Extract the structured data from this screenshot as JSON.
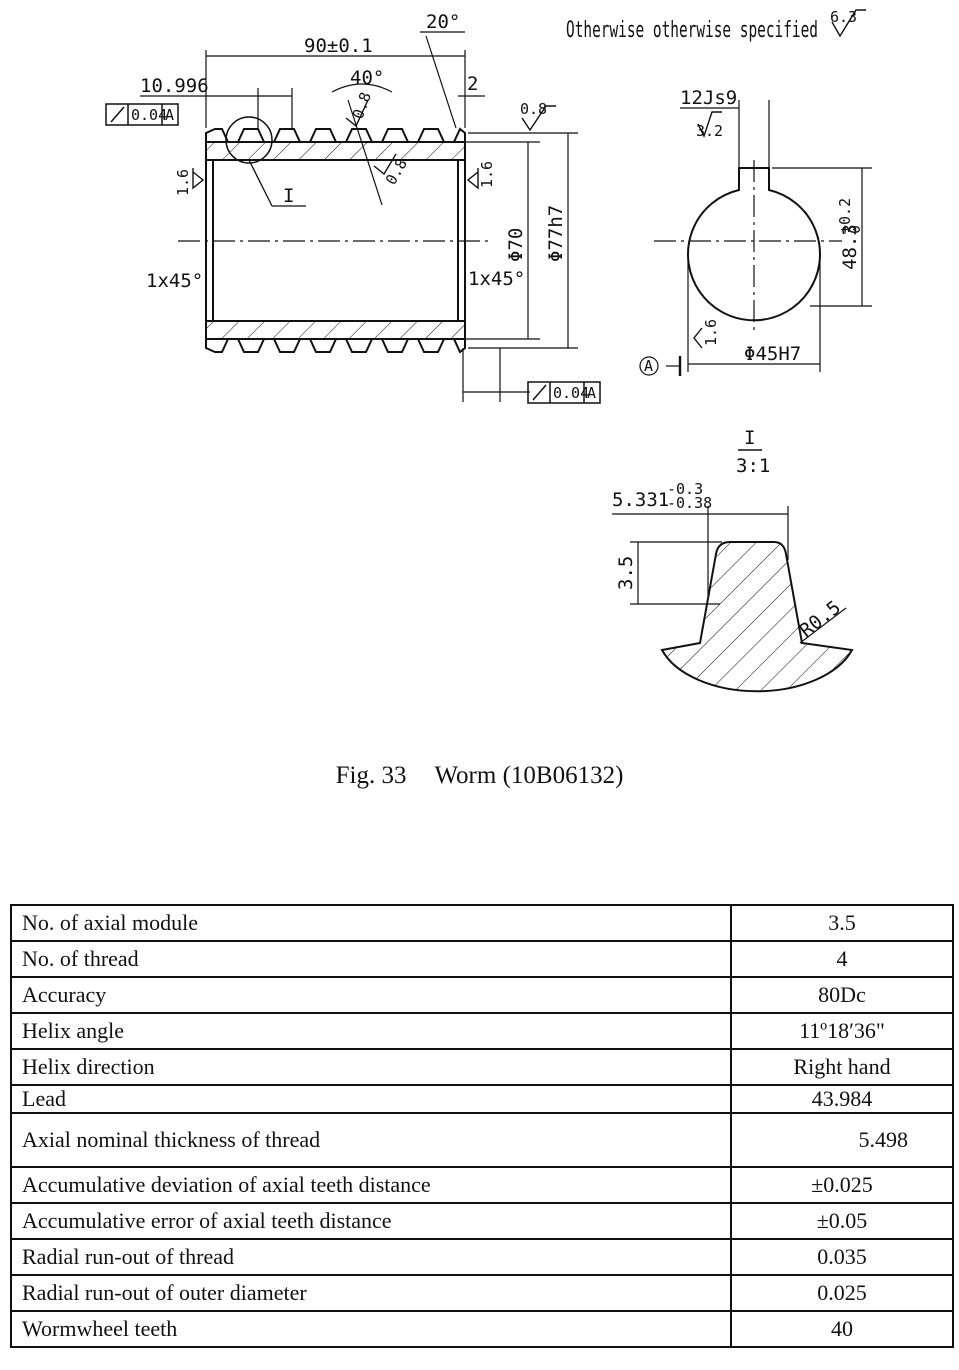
{
  "drawing": {
    "note": "Otherwise otherwise specified",
    "dims": {
      "length": "90±0.1",
      "angle_top": "20°",
      "thread_angle": "40°",
      "left_offset": "10.996",
      "right_offset": "2",
      "chamfer_left": "1x45°",
      "chamfer_right": "1x45°",
      "bore": "Φ70",
      "outer": "Φ77h7",
      "keyway": "12Js9",
      "hole": "Φ45H7",
      "keyway_depth": "48.3",
      "keyway_depth_tol": "+0.2",
      "keyway_depth_tol_low": "0",
      "detail_width": "5.331",
      "detail_width_tol": "-0.3",
      "detail_width_tol_low": "-0.38",
      "detail_height": "3.5",
      "detail_radius": "R0.5",
      "section_mark": "I",
      "detail_label": "I",
      "detail_scale": "3:1"
    },
    "roughness": {
      "general": "6.3",
      "top": "0.8",
      "left": "1.6",
      "right": "1.6",
      "flank": "0.8",
      "flank2": "0.8",
      "keyway": "3.2",
      "hole": "1.6"
    },
    "tolerance_frames": [
      {
        "value": "0.04",
        "datum": "A"
      },
      {
        "value": "0.04",
        "datum": "A"
      }
    ],
    "datum_label": "A"
  },
  "caption": {
    "fig": "Fig. 33",
    "title": "Worm (10B06132)"
  },
  "spec_table": [
    {
      "label": "No. of axial module",
      "value": "3.5"
    },
    {
      "label": "No. of thread",
      "value": "4"
    },
    {
      "label": "Accuracy",
      "value": "80Dc"
    },
    {
      "label": "Helix angle",
      "value": "11º18′36\""
    },
    {
      "label": "Helix direction",
      "value": "Right hand"
    },
    {
      "label": "Lead",
      "value": "43.984"
    },
    {
      "label": "Axial nominal thickness of thread",
      "value": "5.498"
    },
    {
      "label": "Accumulative deviation of axial teeth distance",
      "value": "±0.025"
    },
    {
      "label": "Accumulative error of axial teeth distance",
      "value": "±0.05"
    },
    {
      "label": "Radial run-out of thread",
      "value": "0.035"
    },
    {
      "label": "Radial run-out of outer diameter",
      "value": "0.025"
    },
    {
      "label": "Wormwheel teeth",
      "value": "40"
    }
  ]
}
